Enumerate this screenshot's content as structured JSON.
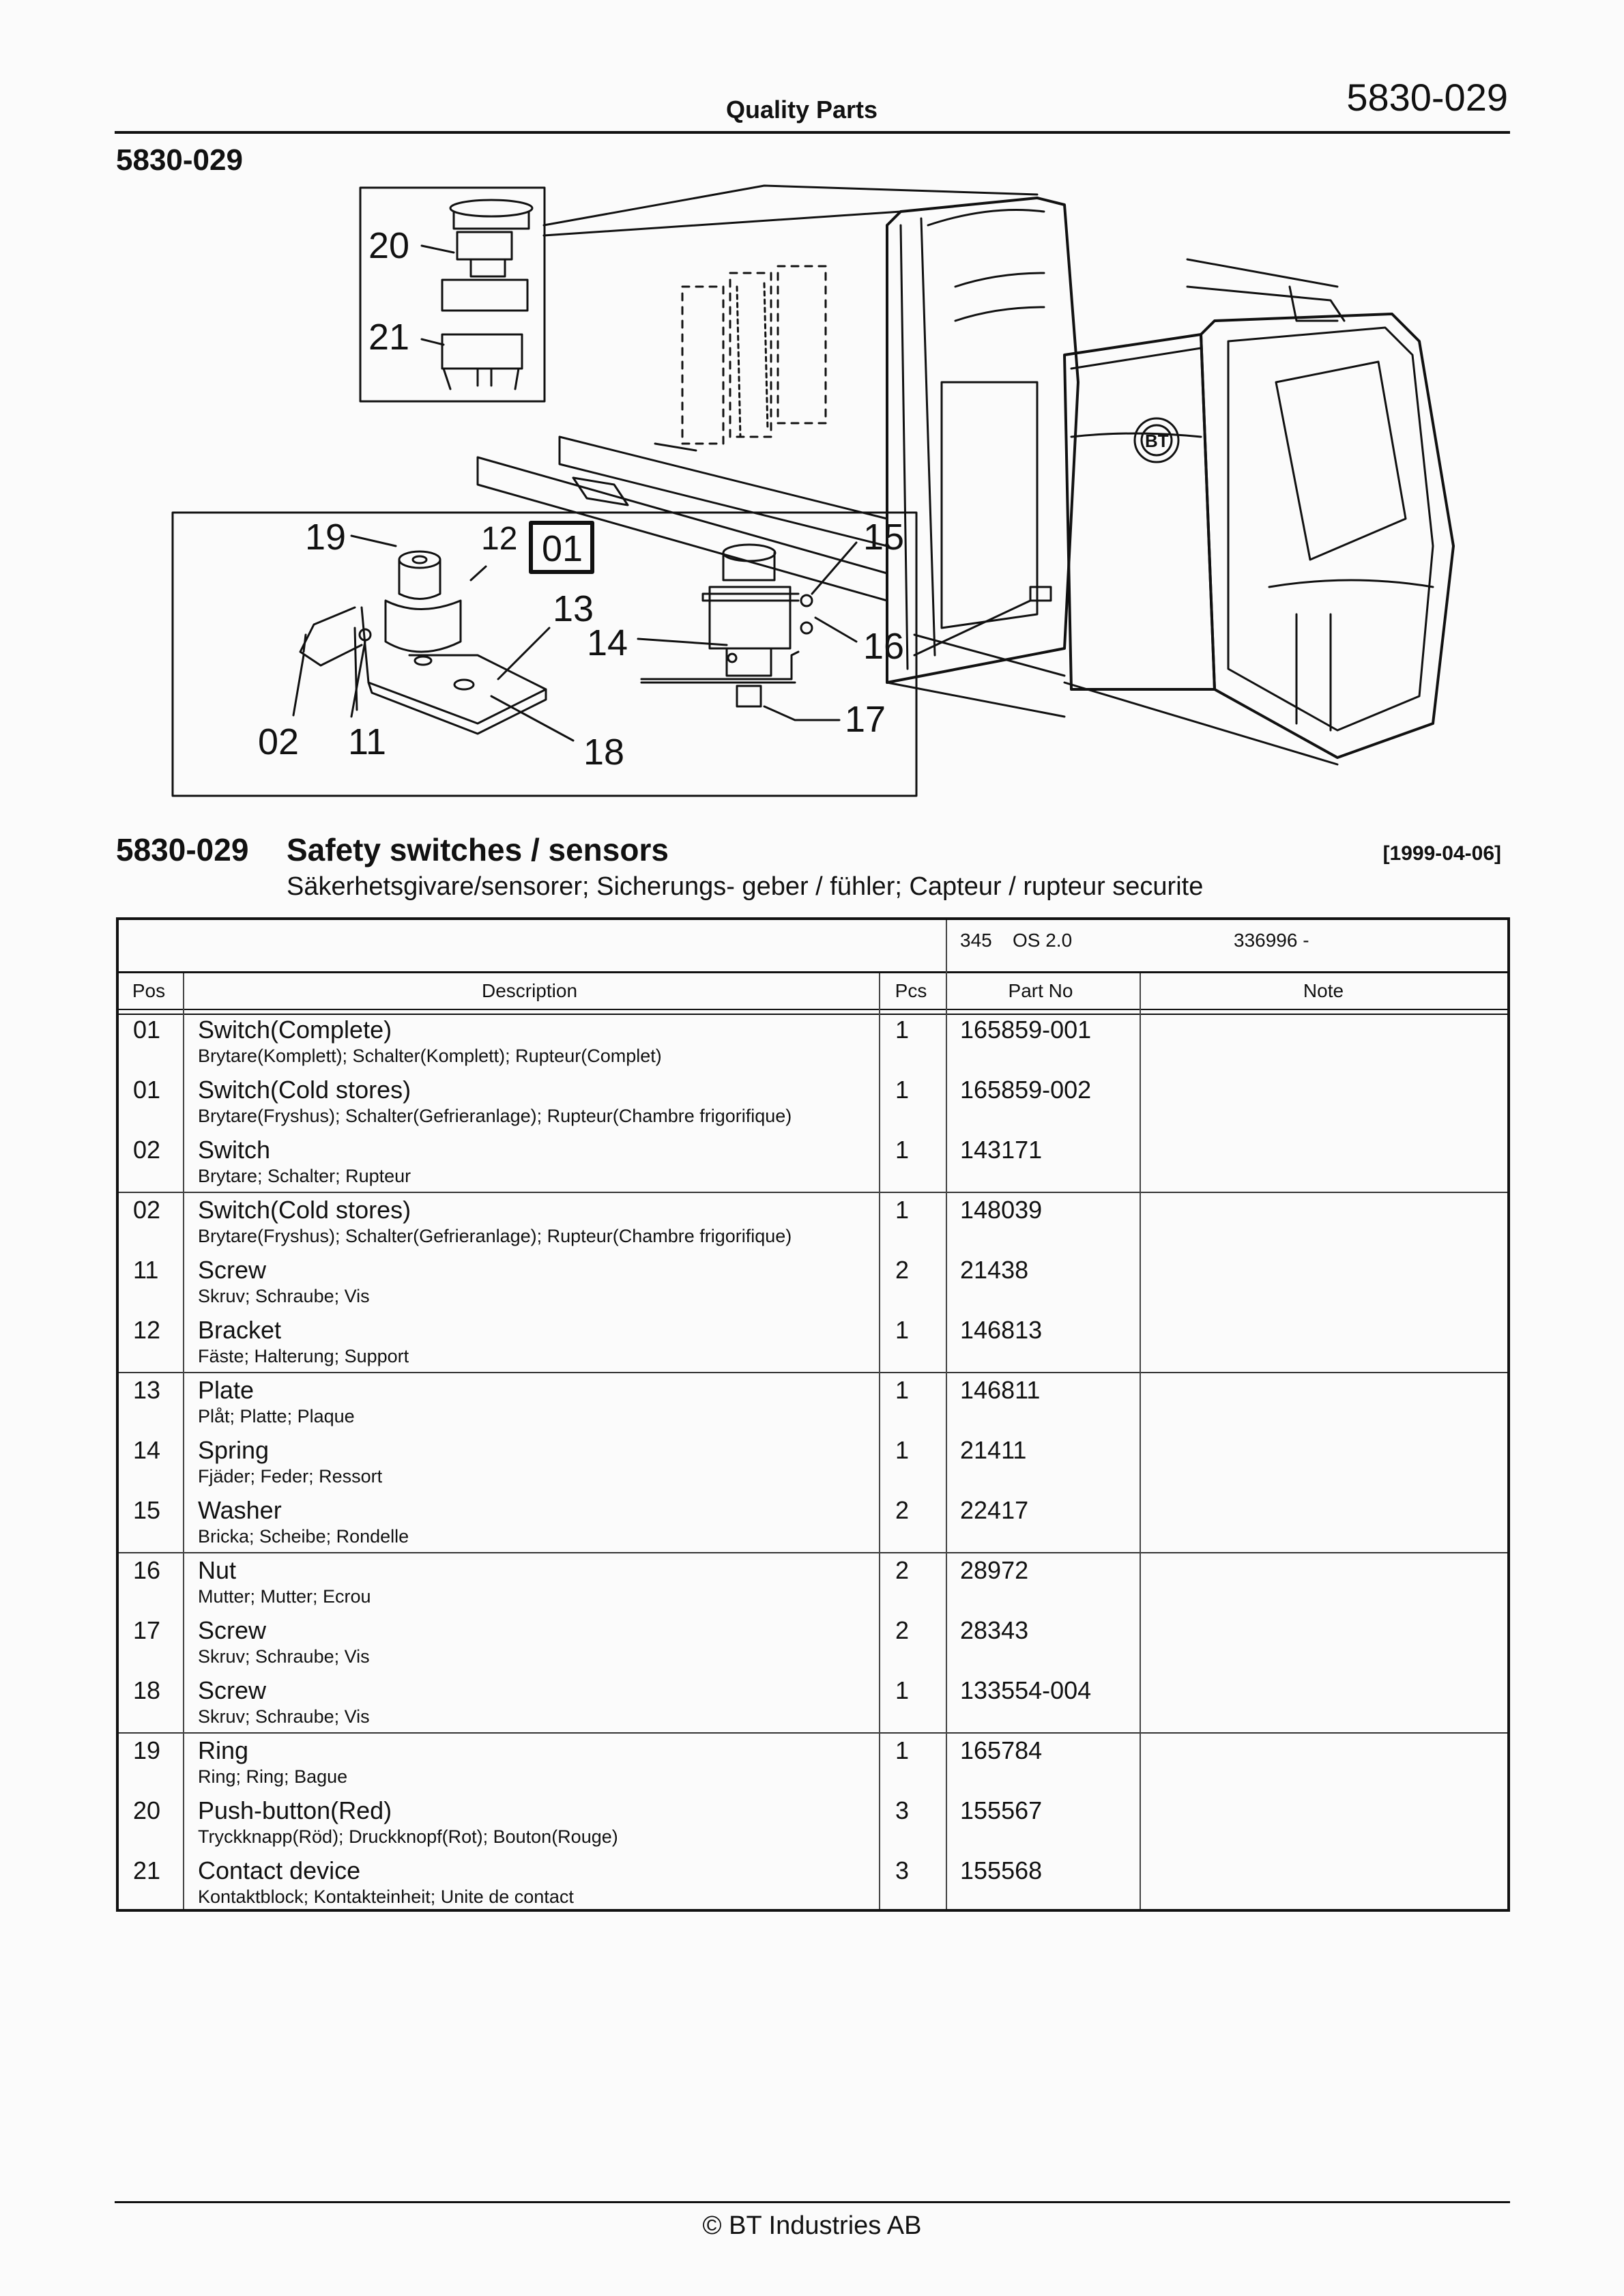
{
  "header": {
    "title": "Quality Parts",
    "page_number": "5830-029"
  },
  "figure": {
    "label": "5830-029",
    "callouts": [
      "20",
      "21",
      "19",
      "12",
      "01",
      "13",
      "14",
      "15",
      "16",
      "17",
      "18",
      "02",
      "11"
    ],
    "logo_text": "BT"
  },
  "section": {
    "code": "5830-029",
    "title": "Safety switches / sensors",
    "date": "[1999-04-06]",
    "subtitle": "Säkerhetsgivare/sensorer; Sicherungs- geber / fühler; Capteur / rupteur securite"
  },
  "table": {
    "info": {
      "model": "345",
      "os": "OS 2.0",
      "serial": "336996 -"
    },
    "headers": {
      "pos": "Pos",
      "description": "Description",
      "pcs": "Pcs",
      "part_no": "Part No",
      "note": "Note"
    },
    "rows": [
      {
        "pos": "01",
        "desc": "Switch(Complete)",
        "trans": "Brytare(Komplett); Schalter(Komplett); Rupteur(Complet)",
        "pcs": "1",
        "part_no": "165859-001",
        "note": ""
      },
      {
        "pos": "01",
        "desc": "Switch(Cold stores)",
        "trans": "Brytare(Fryshus); Schalter(Gefrieranlage); Rupteur(Chambre frigorifique)",
        "pcs": "1",
        "part_no": "165859-002",
        "note": ""
      },
      {
        "pos": "02",
        "desc": "Switch",
        "trans": "Brytare; Schalter; Rupteur",
        "pcs": "1",
        "part_no": "143171",
        "note": ""
      },
      {
        "pos": "02",
        "desc": "Switch(Cold stores)",
        "trans": "Brytare(Fryshus); Schalter(Gefrieranlage); Rupteur(Chambre frigorifique)",
        "pcs": "1",
        "part_no": "148039",
        "note": ""
      },
      {
        "pos": "11",
        "desc": "Screw",
        "trans": "Skruv; Schraube; Vis",
        "pcs": "2",
        "part_no": "21438",
        "note": ""
      },
      {
        "pos": "12",
        "desc": "Bracket",
        "trans": "Fäste; Halterung; Support",
        "pcs": "1",
        "part_no": "146813",
        "note": ""
      },
      {
        "pos": "13",
        "desc": "Plate",
        "trans": "Plåt; Platte; Plaque",
        "pcs": "1",
        "part_no": "146811",
        "note": ""
      },
      {
        "pos": "14",
        "desc": "Spring",
        "trans": "Fjäder; Feder; Ressort",
        "pcs": "1",
        "part_no": "21411",
        "note": ""
      },
      {
        "pos": "15",
        "desc": "Washer",
        "trans": "Bricka; Scheibe; Rondelle",
        "pcs": "2",
        "part_no": "22417",
        "note": ""
      },
      {
        "pos": "16",
        "desc": "Nut",
        "trans": "Mutter; Mutter; Ecrou",
        "pcs": "2",
        "part_no": "28972",
        "note": ""
      },
      {
        "pos": "17",
        "desc": "Screw",
        "trans": "Skruv; Schraube; Vis",
        "pcs": "2",
        "part_no": "28343",
        "note": ""
      },
      {
        "pos": "18",
        "desc": "Screw",
        "trans": "Skruv; Schraube; Vis",
        "pcs": "1",
        "part_no": "133554-004",
        "note": ""
      },
      {
        "pos": "19",
        "desc": "Ring",
        "trans": "Ring; Ring; Bague",
        "pcs": "1",
        "part_no": "165784",
        "note": ""
      },
      {
        "pos": "20",
        "desc": "Push-button(Red)",
        "trans": "Tryckknapp(Röd); Druckknopf(Rot); Bouton(Rouge)",
        "pcs": "3",
        "part_no": "155567",
        "note": ""
      },
      {
        "pos": "21",
        "desc": "Contact device",
        "trans": "Kontaktblock; Kontakteinheit; Unite de contact",
        "pcs": "3",
        "part_no": "155568",
        "note": ""
      }
    ]
  },
  "footer": {
    "text": "© BT Industries AB"
  }
}
